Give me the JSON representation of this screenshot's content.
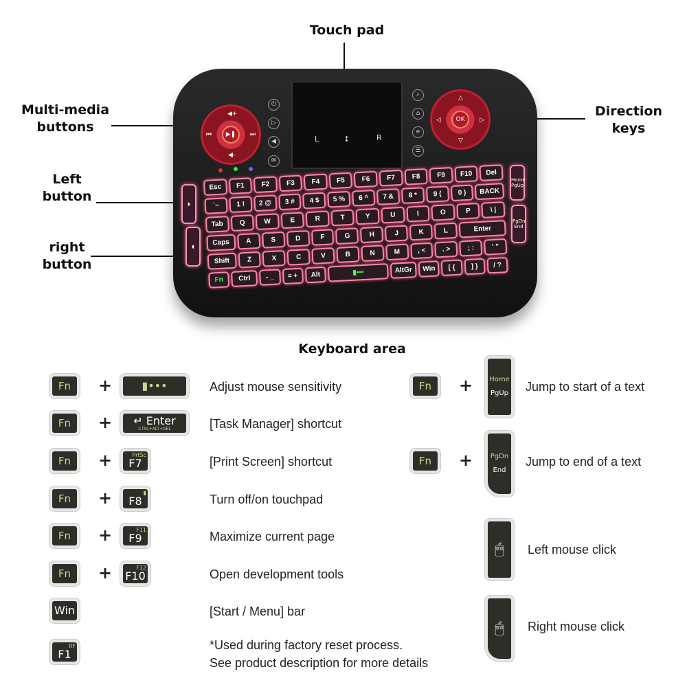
{
  "callouts": {
    "touch_pad": "Touch pad",
    "multimedia": [
      "Multi-media",
      "buttons"
    ],
    "direction": [
      "Direction",
      "keys"
    ],
    "left_button": [
      "Left",
      "button"
    ],
    "right_button": [
      "right",
      "button"
    ],
    "keyboard_area": "Keyboard area"
  },
  "touchpad": {
    "left": "L",
    "scroll": "↕",
    "right": "R"
  },
  "dpad": {
    "ok": "OK"
  },
  "keyboard": {
    "rows": [
      [
        "Esc",
        "F1",
        "F2",
        "F3",
        "F4",
        "F5",
        "F6",
        "F7",
        "F8",
        "F9",
        "F10",
        "Del"
      ],
      [
        "`~",
        "1 !",
        "2 @",
        "3 #",
        "4 $",
        "5 %",
        "6 ^",
        "7 &",
        "8 *",
        "9 (",
        "0 )",
        "BACK"
      ],
      [
        "Tab",
        "Q",
        "W",
        "E",
        "R",
        "T",
        "Y",
        "U",
        "I",
        "O",
        "P",
        "\\ |"
      ],
      [
        "Caps",
        "A",
        "S",
        "D",
        "F",
        "G",
        "H",
        "J",
        "K",
        "L",
        "Enter"
      ],
      [
        "Shift",
        "Z",
        "X",
        "C",
        "V",
        "B",
        "N",
        "M",
        ", <",
        ". >",
        "; :",
        "' \""
      ],
      [
        "Fn",
        "Ctrl",
        "- _",
        "= +",
        "Alt",
        "▮•••",
        "AltGr",
        "Win",
        "[ {",
        "] }",
        "/ ?"
      ]
    ],
    "side_top": [
      "Home",
      "PgUp"
    ],
    "side_bottom": [
      "PgDn",
      "End"
    ]
  },
  "legend_left": [
    {
      "mod": "Fn",
      "key": "▮•••",
      "desc": "Adjust mouse sensitivity"
    },
    {
      "mod": "Fn",
      "key": "↵ Enter",
      "sub": "CTRL+ALT+DEL",
      "desc": "[Task Manager] shortcut"
    },
    {
      "mod": "Fn",
      "key": "F7",
      "sup": "PrtSc",
      "desc": "[Print Screen] shortcut"
    },
    {
      "mod": "Fn",
      "key": "F8",
      "sup": "▮",
      "desc": "Turn off/on touchpad"
    },
    {
      "mod": "Fn",
      "key": "F9",
      "sup": "F11",
      "desc": "Maximize current page"
    },
    {
      "mod": "Fn",
      "key": "F10",
      "sup": "F12",
      "desc": "Open development tools"
    },
    {
      "key": "Win",
      "desc": "[Start / Menu] bar"
    },
    {
      "key": "F1",
      "sup": "RF",
      "desc": "*Used during factory reset process.\nSee product description for more details"
    }
  ],
  "legend_right": [
    {
      "mod": "Fn",
      "key_top": "Home",
      "key_bottom": "PgUp",
      "desc": "Jump to start of a text"
    },
    {
      "mod": "Fn",
      "key_top": "PgDn",
      "key_bottom": "End",
      "desc": "Jump to end of a text"
    },
    {
      "key": "mouse-left",
      "desc": "Left mouse click"
    },
    {
      "key": "mouse-right",
      "desc": "Right mouse click"
    }
  ],
  "plus": "+"
}
